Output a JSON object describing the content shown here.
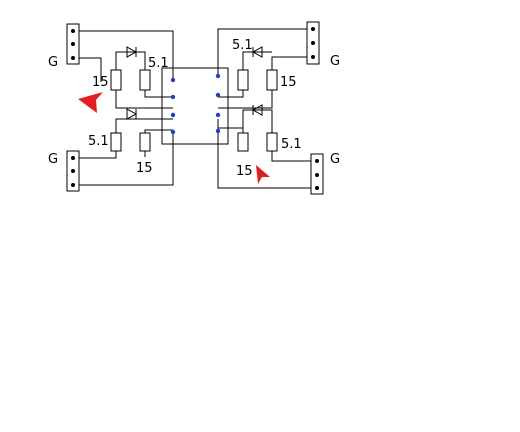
{
  "labels": {
    "ground_tl": "G",
    "ground_tr": "G",
    "ground_bl": "G",
    "ground_br": "G",
    "r_tl_left": "15",
    "r_tl_right": "5.1",
    "r_tr_left": "5.1",
    "r_tr_right": "15",
    "r_bl_left": "5.1",
    "r_bl_right": "15",
    "r_br_left": "15",
    "r_br_right": "5.1"
  },
  "colors": {
    "wire": "#000000",
    "pad": "#1f3fbf",
    "cursor": "#e02020"
  },
  "icons": {
    "cursor_left": "arrow-cursor-icon",
    "cursor_right": "arrow-cursor-icon"
  }
}
